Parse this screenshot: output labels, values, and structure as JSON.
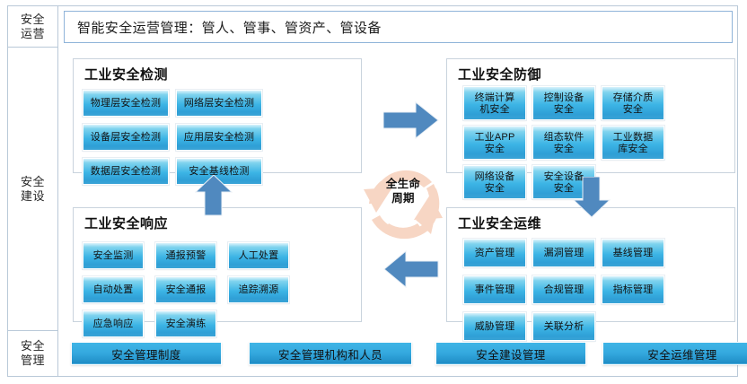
{
  "sidebar": {
    "rows": [
      {
        "label": "安全\n运营",
        "line1": "安全",
        "line2": "运营",
        "name": "security-operations"
      },
      {
        "label": "安全\n建设",
        "line1": "安全",
        "line2": "建设",
        "name": "security-construction"
      },
      {
        "label": "安全\n管理",
        "line1": "安全",
        "line2": "管理",
        "name": "security-management"
      }
    ]
  },
  "header": {
    "title": "智能安全运营管理：管人、管事、管资产、管设备"
  },
  "center": {
    "label_line1": "全生命",
    "label_line2": "周期",
    "color": "#f7d6c4"
  },
  "arrows": {
    "color": "#5089bf",
    "items": [
      {
        "name": "arrow-right-detect-to-defend",
        "direction": "right"
      },
      {
        "name": "arrow-down-defend-to-ops",
        "direction": "down"
      },
      {
        "name": "arrow-left-ops-to-respond",
        "direction": "left"
      },
      {
        "name": "arrow-up-respond-to-detect",
        "direction": "up"
      }
    ]
  },
  "panels": [
    {
      "id": "detect",
      "title": "工业安全检测",
      "cards": [
        "物理层安全检测",
        "网络层安全检测",
        "设备层安全检测",
        "应用层安全检测",
        "数据层安全检测",
        "安全基线检测"
      ]
    },
    {
      "id": "defend",
      "title": "工业安全防御",
      "cards": [
        "终端计算\n机安全",
        "控制设备\n安全",
        "存储介质\n安全",
        "工业APP\n安全",
        "组态软件\n安全",
        "工业数据\n库安全",
        "网络设备\n安全",
        "安全设备\n安全"
      ]
    },
    {
      "id": "respond",
      "title": "工业安全响应",
      "cards": [
        "安全监测",
        "通报预警",
        "人工处置",
        "自动处置",
        "安全通报",
        "追踪溯源",
        "应急响应",
        "安全演练"
      ]
    },
    {
      "id": "ops",
      "title": "工业安全运维",
      "cards": [
        "资产管理",
        "漏洞管理",
        "基线管理",
        "事件管理",
        "合规管理",
        "指标管理",
        "威胁管理",
        "关联分析"
      ]
    }
  ],
  "bottom": {
    "buttons": [
      "安全管理制度",
      "安全管理机构和人员",
      "安全建设管理",
      "安全运维管理"
    ]
  },
  "colors": {
    "card_top": "#d9f2fb",
    "card_bottom": "#2f9fd6",
    "arrow_blue": "#5089bf",
    "cycle_peach": "#f7d6c4",
    "frame_border": "#b9c9d8",
    "header_border": "#8fb4d9"
  }
}
